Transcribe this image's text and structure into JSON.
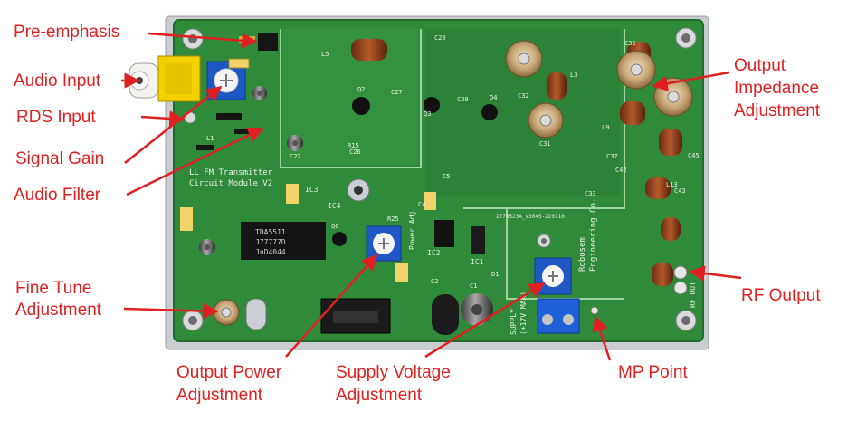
{
  "colors": {
    "annotation": "#e02020",
    "pcb": "#2f8a3a",
    "pcb_dark": "#1f6b2b",
    "silkscreen": "#e8f3e6",
    "base_plate": "#c9cdd1"
  },
  "board": {
    "silk_title_1": "LL FM Transmitter",
    "silk_title_2": "Circuit Module V2",
    "chip_text_1": "TDA5511",
    "chip_text_2": "J77777D",
    "chip_text_3": "JnD4044",
    "maker_1": "Robosem",
    "maker_2": "Engineering Co.",
    "supply_1": "SUPPLY",
    "supply_2": "(+17V MAX)",
    "barcode": "2778523A_V3045-220110",
    "rf_silk": "RF OUT",
    "power_adj": "Power Adj",
    "ic_labels": [
      "IC1",
      "IC2",
      "IC3",
      "IC4"
    ],
    "part_labels": [
      "C22",
      "C26",
      "C27",
      "C28",
      "C29",
      "C31",
      "C32",
      "C33",
      "C35",
      "C37",
      "C42",
      "C43",
      "C45",
      "L1",
      "L3",
      "L5",
      "L9",
      "L13",
      "Q2",
      "Q3",
      "Q4",
      "Q6",
      "R15",
      "R25",
      "D1",
      "C1",
      "C2",
      "C4",
      "C5"
    ]
  },
  "labels": {
    "pre_emphasis": "Pre-emphasis",
    "audio_input": "Audio Input",
    "rds_input": "RDS Input",
    "signal_gain": "Signal Gain",
    "audio_filter": "Audio Filter",
    "fine_tune_1": "Fine Tune",
    "fine_tune_2": "Adjustment",
    "output_impedance_1": "Output",
    "output_impedance_2": "Impedance",
    "output_impedance_3": "Adjustment",
    "rf_output": "RF Output",
    "output_power_1": "Output Power",
    "output_power_2": "Adjustment",
    "supply_voltage_1": "Supply Voltage",
    "supply_voltage_2": "Adjustment",
    "mp_point": "MP Point"
  }
}
